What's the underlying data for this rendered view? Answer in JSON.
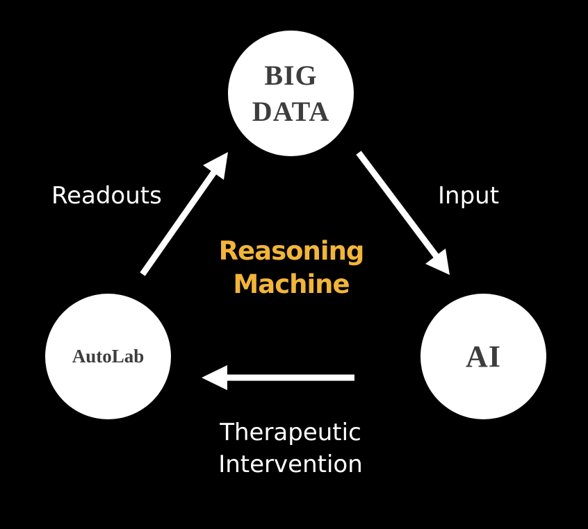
{
  "diagram": {
    "center_title": "Reasoning Machine",
    "nodes": {
      "big_data": "BIG DATA",
      "ai": "AI",
      "autolab": "AutoLab"
    },
    "edges": {
      "readouts": "Readouts",
      "input": "Input",
      "therapeutic_intervention": "Therapeutic Intervention"
    }
  },
  "colors": {
    "background": "#000000",
    "node_fill": "#ffffff",
    "node_text": "#3d3d3d",
    "edge_text": "#ffffff",
    "arrow": "#ffffff",
    "center_title": "#f2b53a"
  }
}
